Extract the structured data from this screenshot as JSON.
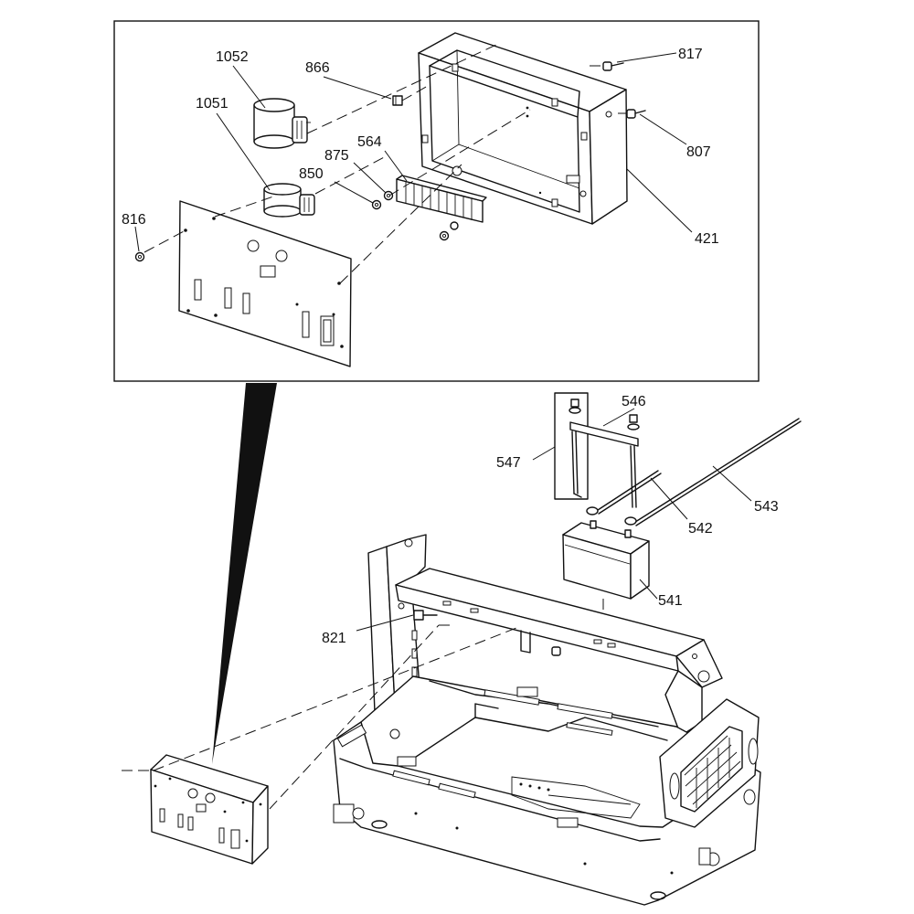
{
  "callouts": {
    "c1052": "1052",
    "c1051": "1051",
    "c866": "866",
    "c875": "875",
    "c564": "564",
    "c850": "850",
    "c817": "817",
    "c807": "807",
    "c816": "816",
    "c421": "421",
    "c546": "546",
    "c547": "547",
    "c542": "542",
    "c543": "543",
    "c541": "541",
    "c821": "821"
  }
}
